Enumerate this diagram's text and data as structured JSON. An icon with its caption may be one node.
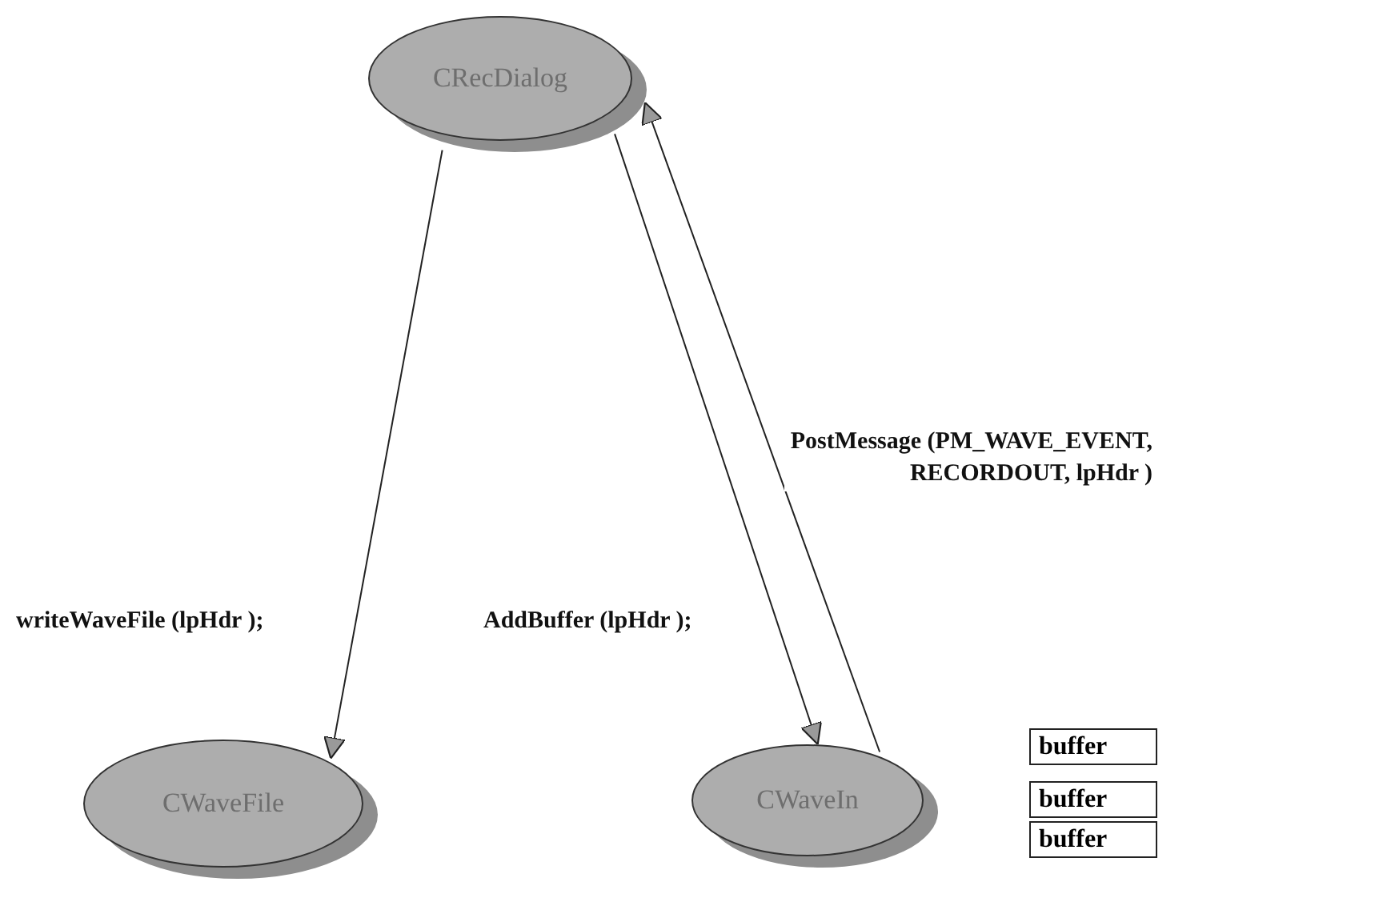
{
  "diagram": {
    "nodes": [
      {
        "text": [
          "CRecDialog"
        ]
      },
      {
        "text": [
          "CWaveFile"
        ]
      },
      {
        "text": [
          "CWaveIn"
        ]
      },
      {
        "text": [
          "buffer"
        ]
      },
      {
        "text": [
          "buffer"
        ]
      },
      {
        "text": [
          "buffer"
        ]
      }
    ],
    "edges": [
      {
        "from": 0,
        "to": 1,
        "arrow": "to",
        "label": "writeWaveFile (lpHdr );"
      },
      {
        "from": 0,
        "to": 2,
        "arrow": "to",
        "label": "AddBuffer (lpHdr );"
      },
      {
        "from": 2,
        "to": 0,
        "arrow": "to",
        "label": "PostMessage (PM_WAVE_EVENT, RECORDOUT, lpHdr )"
      }
    ]
  }
}
